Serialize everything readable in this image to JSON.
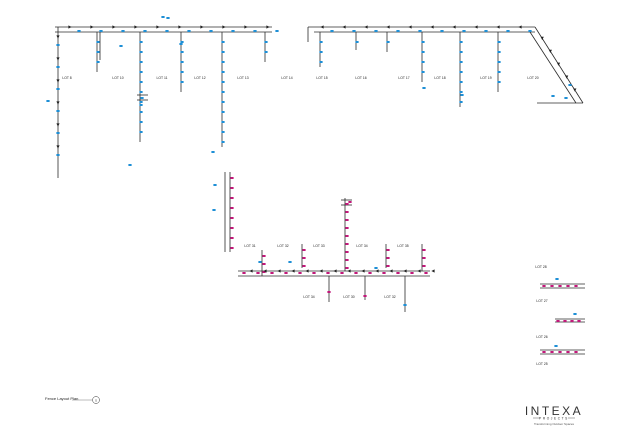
{
  "plan_title": "Fence Layout Plan",
  "plan_scale_mark": "S",
  "brand": {
    "name": "INTEXA",
    "sub": "PROJECTS",
    "tagline": "Transforming Outdoor Spaces"
  },
  "lots": {
    "top_left": [
      "LOT 8",
      "LOT 10",
      "LOT 11",
      "LOT 12",
      "LOT 13",
      "LOT 14"
    ],
    "top_right": [
      "LOT 15",
      "LOT 16",
      "LOT 17",
      "LOT 18",
      "LOT 19",
      "LOT 20"
    ],
    "middle_upper": [
      "LOT 31",
      "LOT 32",
      "LOT 33",
      "LOT 34",
      "LOT 35"
    ],
    "middle_lower": [
      "LOT 34",
      "LOT 30",
      "LOT 32"
    ],
    "side": [
      "LOT 28",
      "LOT 27",
      "LOT 26",
      "LOT 25"
    ]
  },
  "colors": {
    "line": "#2b2b2b",
    "post_blue": "#1e8fd6",
    "post_magenta": "#c2187a"
  }
}
